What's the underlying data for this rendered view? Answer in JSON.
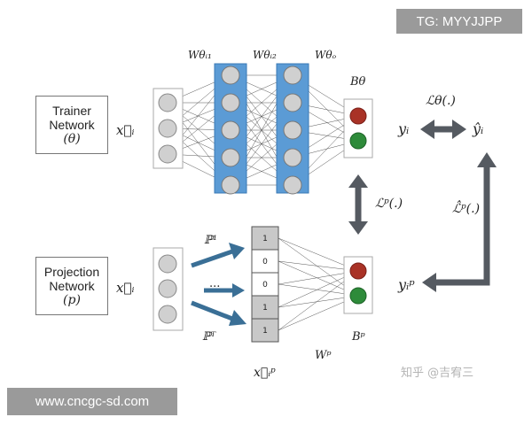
{
  "watermark_top": "TG: MYYJJPP",
  "watermark_bottom": "www.cncgc-sd.com",
  "zhihu_watermark": "知乎 @吉宥三",
  "trainer": {
    "name": "Trainer Network",
    "line1": "Trainer",
    "line2": "Network",
    "param": "(θ)",
    "input": "x⃗ᵢ"
  },
  "projection": {
    "name": "Projection Network",
    "line1": "Projection",
    "line2": "Network",
    "param": "(p)",
    "input": "x⃗ᵢ"
  },
  "labels": {
    "w_theta_1": "Wθᵢ₁",
    "w_theta_2": "Wθᵢ₂",
    "w_theta_o": "Wθₒ",
    "b_theta": "Bθ",
    "y_i": "yᵢ",
    "y_hat_i": "ŷᵢ",
    "loss_theta": "ℒθ(.)",
    "loss_p": "ℒᵖ(.)",
    "loss_hat_p": "ℒ̂ᵖ(.)",
    "y_i_p": "yᵢᵖ",
    "b_p": "Bᵖ",
    "w_p": "Wᵖ",
    "x_i_p": "x⃗ᵢᵖ",
    "proj_1": "ℙ¹",
    "proj_dots": "...",
    "proj_T": "ℙᵀ"
  },
  "bits": [
    "1",
    "0",
    "0",
    "1",
    "1"
  ],
  "colors": {
    "hidden_fill": "#5b9bd5",
    "node_fill": "#d0d0d0",
    "output_red": "#a93226",
    "output_green": "#2e8b3a",
    "bit_fill": "#c8c8c8",
    "arrow": "#555a61",
    "projection_arrow": "#3a6f96"
  }
}
